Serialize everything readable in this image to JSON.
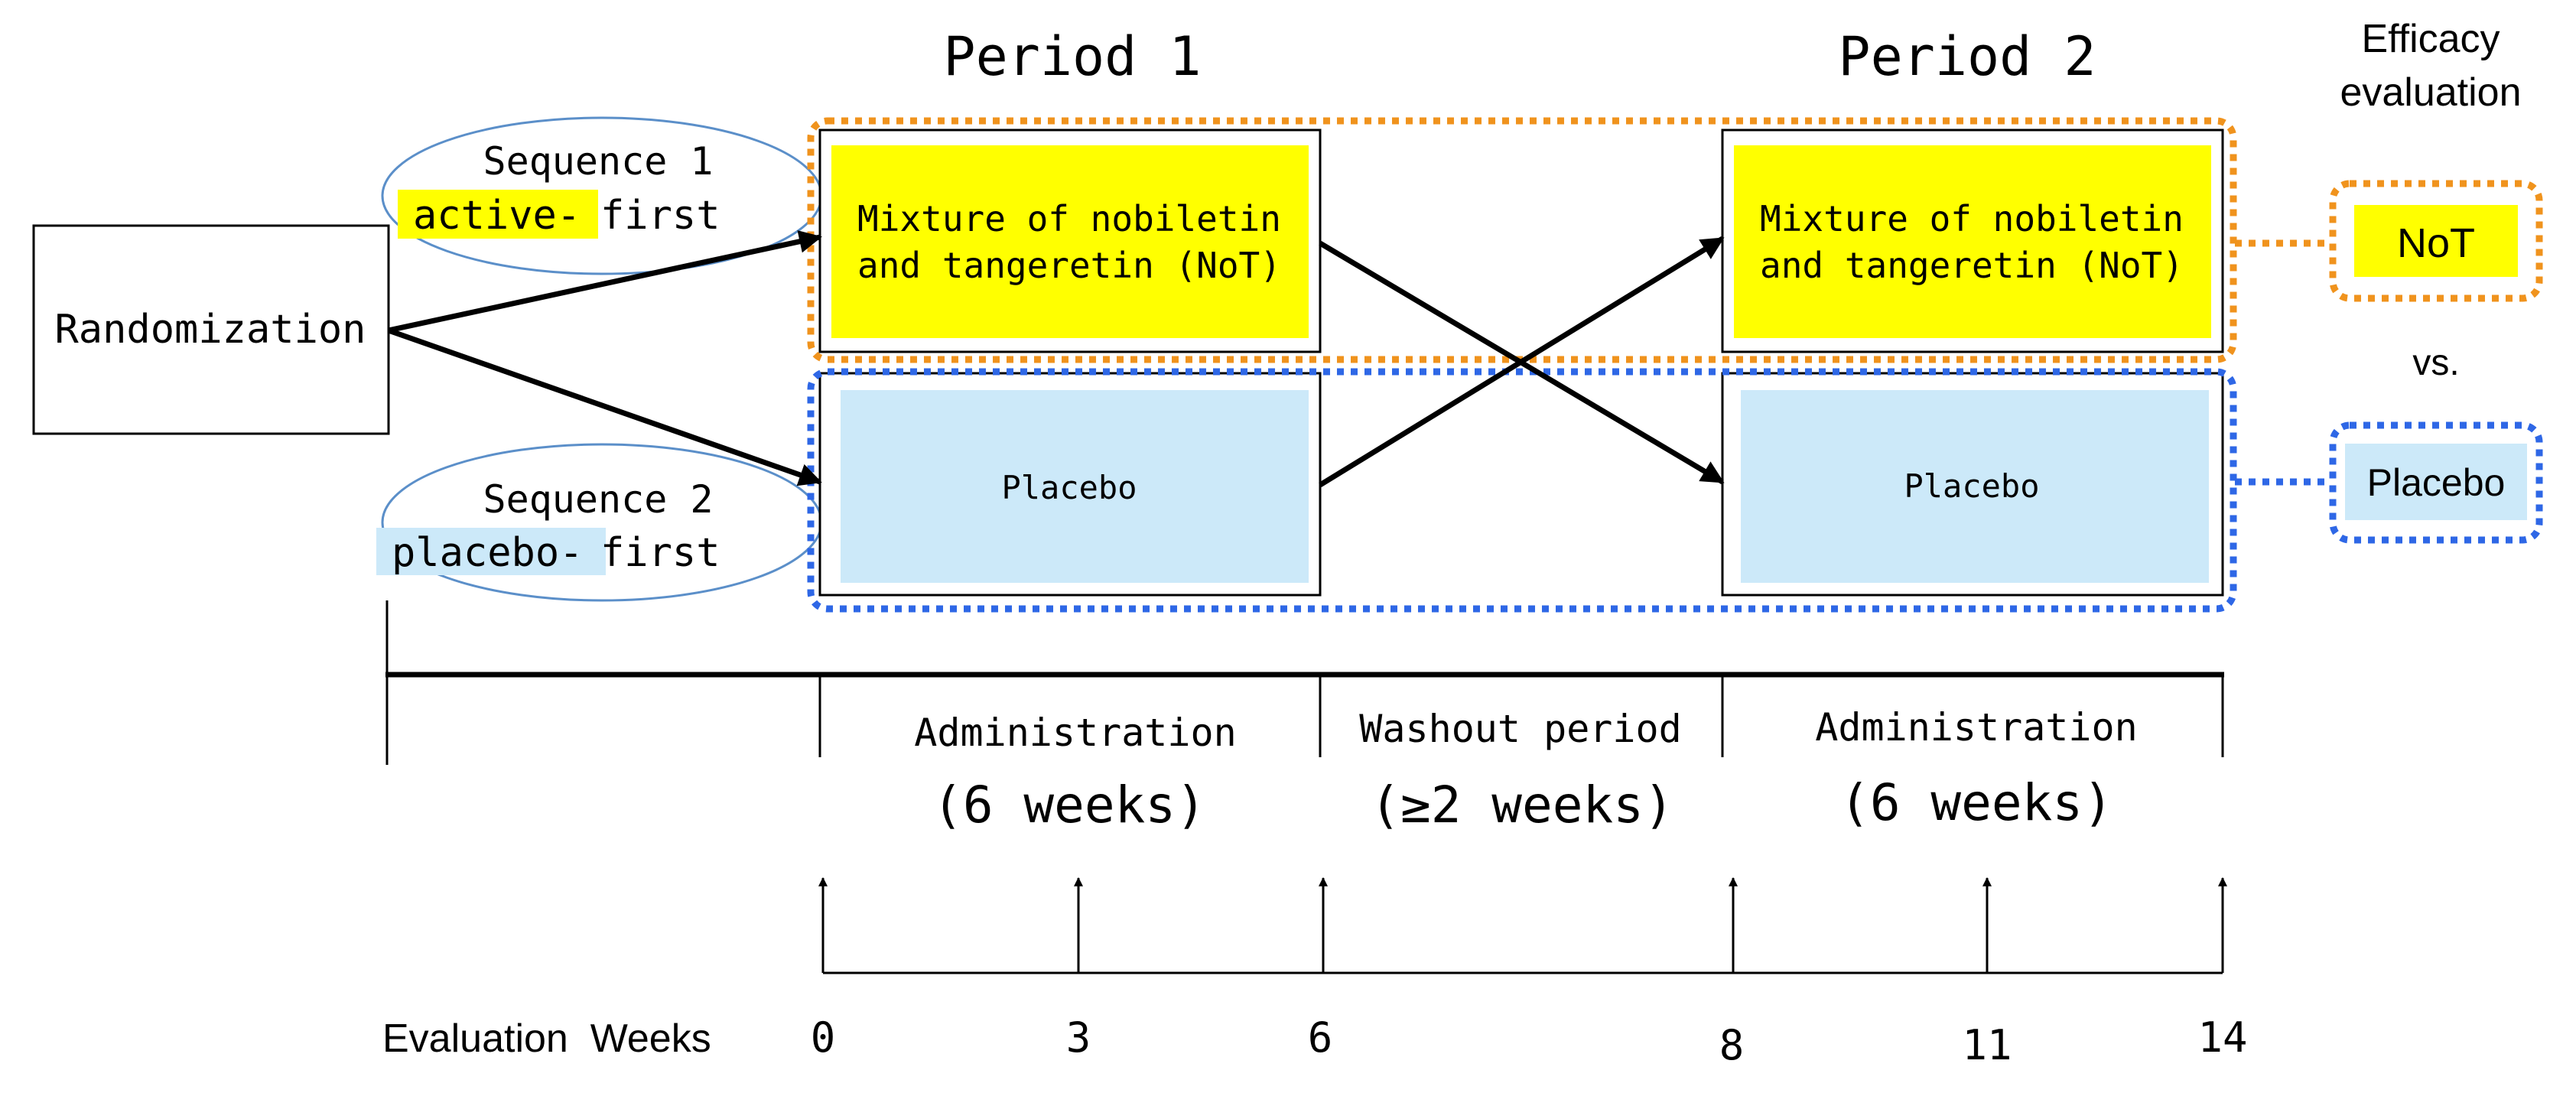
{
  "headers": {
    "period1": "Period 1",
    "period2": "Period 2",
    "efficacy_line1": "Efficacy",
    "efficacy_line2": "evaluation"
  },
  "randomization": "Randomization",
  "sequence1": {
    "line1": "Sequence 1",
    "highlight": "active-",
    "rest": "first"
  },
  "sequence2": {
    "line1": "Sequence 2",
    "highlight": "placebo-",
    "rest": "first"
  },
  "treatment_boxes": {
    "active_line1": "Mixture of nobiletin",
    "active_line2": "and tangeretin (NoT)",
    "placebo": "Placebo"
  },
  "efficacy": {
    "not_label": "NoT",
    "vs_label": "vs.",
    "placebo_label": "Placebo"
  },
  "phases": {
    "admin1_line1": "Administration",
    "admin1_line2": "(6 weeks)",
    "washout_line1": "Washout period",
    "washout_line2": "(≥2 weeks)",
    "admin2_line1": "Administration",
    "admin2_line2": "(6 weeks)"
  },
  "evaluation": {
    "label": "Evaluation  Weeks",
    "weeks": [
      "0",
      "3",
      "6",
      "8",
      "11",
      "14"
    ]
  },
  "colors": {
    "active_fill": "#ffff00",
    "placebo_fill": "#cce9f9",
    "orange_outline": "#f0931d",
    "blue_outline": "#2e67e6",
    "ellipse_stroke": "#5b8fc9"
  }
}
